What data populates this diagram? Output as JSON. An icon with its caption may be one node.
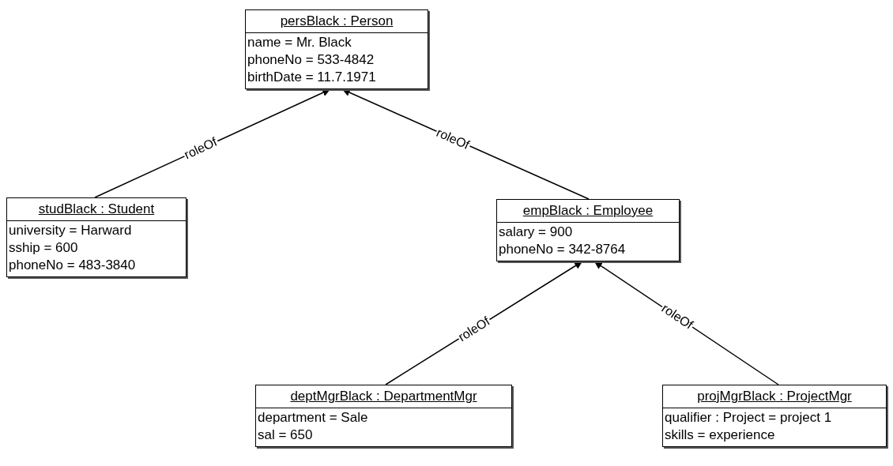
{
  "diagram": {
    "nodes": [
      {
        "text": [
          "persBlack : Person",
          "name = Mr. Black",
          "phoneNo = 533-4842",
          "birthDate = 11.7.1971"
        ]
      },
      {
        "text": [
          "studBlack : Student",
          "university = Harward",
          "sship = 600",
          "phoneNo = 483-3840"
        ]
      },
      {
        "text": [
          "empBlack : Employee",
          "salary = 900",
          "phoneNo = 342-8764"
        ]
      },
      {
        "text": [
          "deptMgrBlack : DepartmentMgr",
          "department = Sale",
          "sal = 650"
        ]
      },
      {
        "text": [
          "projMgrBlack : ProjectMgr",
          "qualifier : Project = project 1",
          "skills = experience"
        ]
      }
    ],
    "edges": [
      {
        "from": 1,
        "to": 0,
        "arrow": "to",
        "label": "roleOf"
      },
      {
        "from": 2,
        "to": 0,
        "arrow": "to",
        "label": "roleOf"
      },
      {
        "from": 3,
        "to": 2,
        "arrow": "to",
        "label": "roleOf"
      },
      {
        "from": 4,
        "to": 2,
        "arrow": "to",
        "label": "roleOf"
      }
    ]
  }
}
